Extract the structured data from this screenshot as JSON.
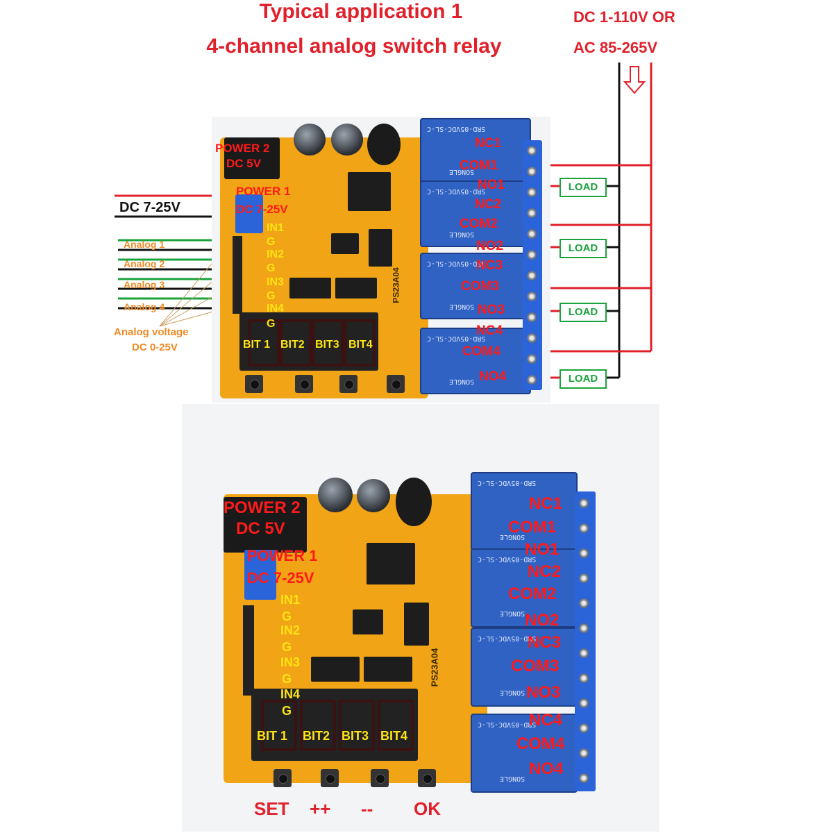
{
  "title": {
    "line1": "Typical application 1",
    "line2": "4-channel analog switch relay"
  },
  "supply": {
    "line1": "DC 1-110V OR",
    "line2": "AC 85-265V"
  },
  "power": {
    "power2": "POWER 2",
    "power2_v": "DC 5V",
    "power1": "POWER 1",
    "power1_v": "DC 7-25V",
    "dc_input": "DC 7-25V"
  },
  "inputs": {
    "pins": [
      "IN1",
      "G",
      "IN2",
      "G",
      "IN3",
      "G",
      "IN4",
      "G"
    ],
    "analog": [
      "Analog 1",
      "Analog 2",
      "Analog 3",
      "Analog 4"
    ],
    "note1": "Analog voltage",
    "note2": "DC 0-25V"
  },
  "display": {
    "bits": [
      "BIT 1",
      "BIT2",
      "BIT3",
      "BIT4"
    ]
  },
  "buttons": [
    "SET",
    "++",
    "--",
    "OK"
  ],
  "board_model": "PS23A04",
  "relay_print": "SRD-05VDC-SL-C",
  "relay_brand": "SONGLE",
  "terminals": [
    "NC1",
    "COM1",
    "NO1",
    "NC2",
    "COM2",
    "NO2",
    "NC3",
    "COM3",
    "NO3",
    "NC4",
    "COM4",
    "NO4"
  ],
  "load_label": "LOAD",
  "colors": {
    "title": "#e0202a",
    "label_red": "#ff1a1a",
    "label_yellow": "#ffe414",
    "load_green": "#1aa33c",
    "analog_orange": "#f08a24",
    "board": "#f0a416",
    "relay": "#2f62c2"
  }
}
